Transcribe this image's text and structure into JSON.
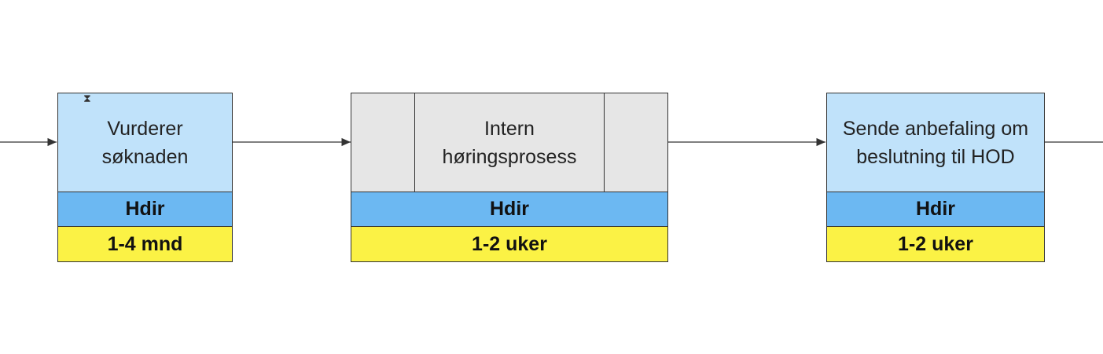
{
  "colors": {
    "task_fill": "#c0e2fa",
    "subprocess_fill": "#e6e6e6",
    "owner_fill": "#6cb8f2",
    "duration_fill": "#fbf245",
    "line": "#333333"
  },
  "steps": [
    {
      "kind": "task",
      "title": "Vurderer søknaden",
      "owner": "Hdir",
      "duration": "1-4 mnd"
    },
    {
      "kind": "subprocess",
      "title": "Intern høringsprosess",
      "owner": "Hdir",
      "duration": "1-2 uker"
    },
    {
      "kind": "task",
      "title": "Sende anbefaling om beslutning til HOD",
      "owner": "Hdir",
      "duration": "1-2 uker"
    }
  ]
}
